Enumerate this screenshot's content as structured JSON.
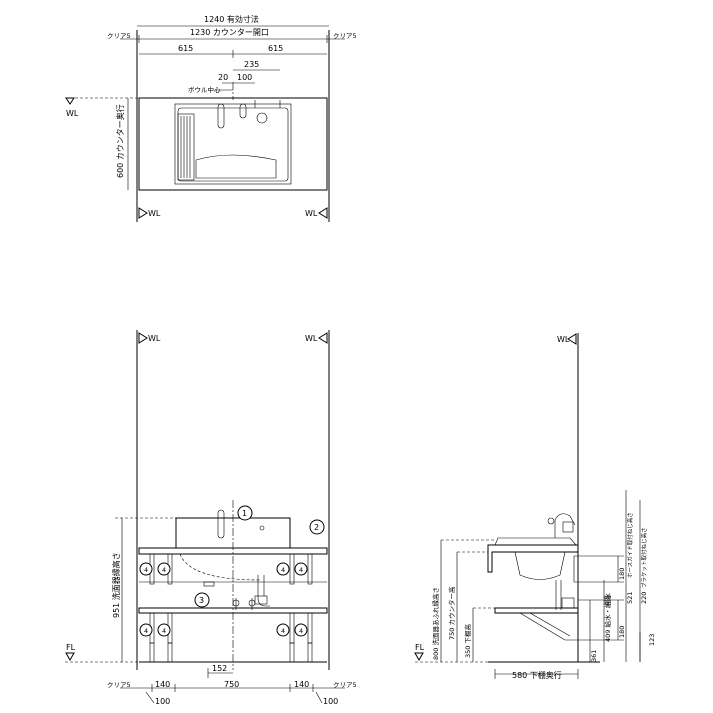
{
  "plan": {
    "effective_width": "1240 有効寸法",
    "counter_opening": "1230 カウンター開口",
    "clear_left": "クリア5",
    "clear_right": "クリア5",
    "half_left": "615",
    "half_right": "615",
    "dim_235": "235",
    "dim_20": "20",
    "dim_100": "100",
    "bowl_center": "ボウル中心",
    "depth": "600 カウンター奥行",
    "wl": "WL"
  },
  "front": {
    "wl": "WL",
    "fl": "FL",
    "height_label": "951 洗面器縁高さ",
    "callout_1": "1",
    "callout_2": "2",
    "callout_3": "3",
    "callout_4": "4",
    "dim_152": "152",
    "clear_left": "クリア5",
    "clear_right": "クリア5",
    "dim_140_left": "140",
    "dim_750": "750",
    "dim_140_right": "140",
    "dim_100_left": "100",
    "dim_100_right": "100"
  },
  "side": {
    "wl": "WL",
    "fl": "FL",
    "rim_height": "800 洗面器あふれ縁高さ",
    "counter_height": "750 カウンター高",
    "lower_shelf_height": "350 下棚高",
    "dim_361": "361",
    "water_supply": "409 給水・給湯",
    "drain": "排水",
    "dim_180_top": "180",
    "dim_521": "521",
    "hose_guide": "ホースガイド取付ねじ高さ",
    "dim_220": "220",
    "bracket": "ブラケット取付ねじ高さ",
    "dim_180_low": "180",
    "dim_123": "123",
    "lower_depth": "580 下棚奥行"
  }
}
